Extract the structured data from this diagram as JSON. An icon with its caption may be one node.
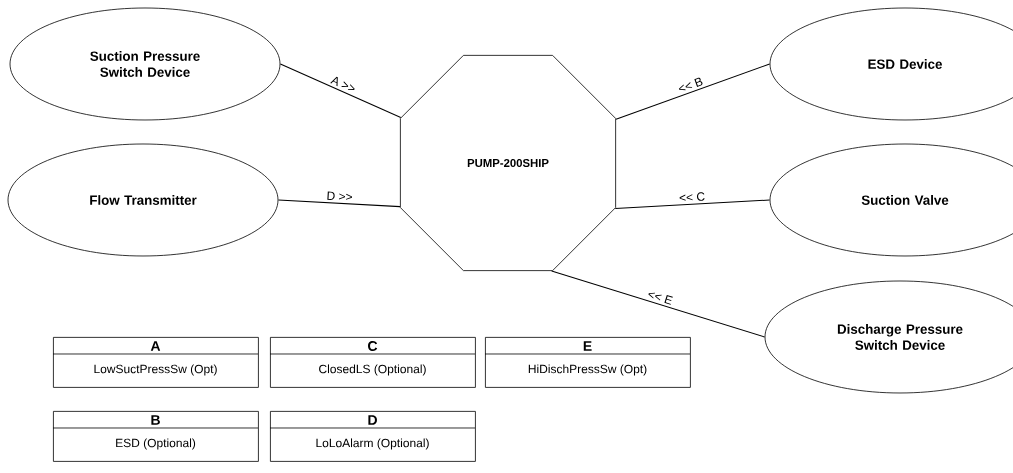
{
  "diagram": {
    "nodes": [
      {
        "text": [
          "Suction Pressure Switch Device"
        ]
      },
      {
        "text": [
          "ESD Device"
        ]
      },
      {
        "text": [
          "PUMP-200SHIP"
        ]
      },
      {
        "text": [
          "Flow Transmitter"
        ]
      },
      {
        "text": [
          "Suction Valve"
        ]
      },
      {
        "text": [
          "Discharge Pressure Switch Device"
        ]
      },
      {
        "text": [
          "A",
          "LowSuctPressSw (Opt)"
        ]
      },
      {
        "text": [
          "C",
          "ClosedLS (Optional)"
        ]
      },
      {
        "text": [
          "E",
          "HiDischPressSw (Opt)"
        ]
      },
      {
        "text": [
          "B",
          "ESD (Optional)"
        ]
      },
      {
        "text": [
          "D",
          "LoLoAlarm (Optional)"
        ]
      }
    ],
    "edges": [
      {
        "from": 0,
        "to": 2,
        "arrow": "none",
        "label": "A >>"
      },
      {
        "from": 1,
        "to": 2,
        "arrow": "none",
        "label": "<< B"
      },
      {
        "from": 3,
        "to": 2,
        "arrow": "none",
        "label": "D >>"
      },
      {
        "from": 4,
        "to": 2,
        "arrow": "none",
        "label": "<< C"
      },
      {
        "from": 5,
        "to": 2,
        "arrow": "none",
        "label": "<< E"
      }
    ]
  }
}
